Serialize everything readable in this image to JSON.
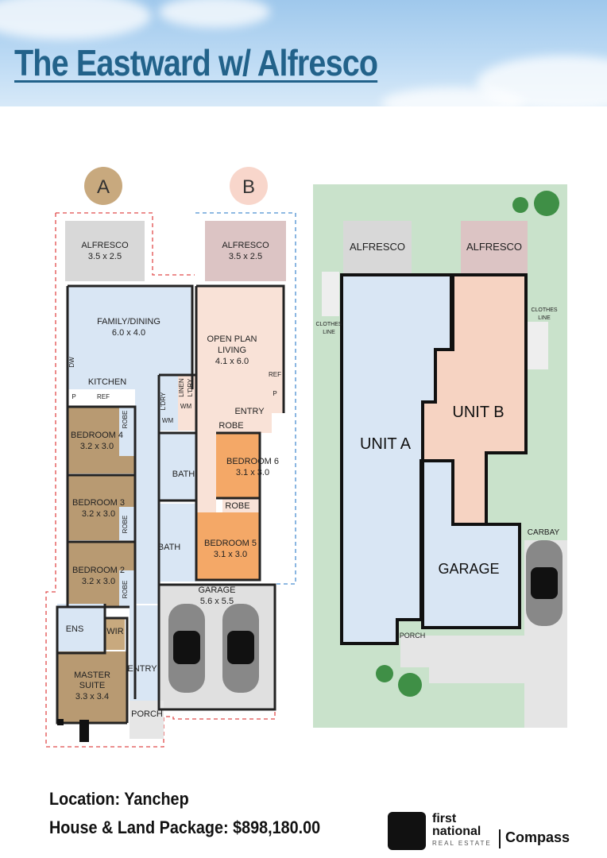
{
  "title": "The Eastward w/ Alfresco",
  "badges": {
    "a": "A",
    "b": "B"
  },
  "colors": {
    "living": "#d9e6f4",
    "bedroom_a": "#b89a72",
    "bedroom_b": "#f4a867",
    "alfresco_a": "#d8d8d8",
    "alfresco_b": "#dcc4c4",
    "unit_b": "#f6d3c2",
    "lawn": "#c9e2cb",
    "badge_a": "#c8a97e",
    "badge_b": "#f8d6cb",
    "title": "#22628a"
  },
  "floorplan": {
    "alfresco_a": {
      "name": "ALFRESCO",
      "size": "3.5 x 2.5"
    },
    "alfresco_b": {
      "name": "ALFRESCO",
      "size": "3.5 x 2.5"
    },
    "family_dining": {
      "name": "FAMILY/DINING",
      "size": "6.0 x 4.0"
    },
    "kitchen": "KITCHEN",
    "open_plan": {
      "line1": "OPEN PLAN",
      "line2": "LIVING",
      "size": "4.1 x 6.0"
    },
    "bedroom4": {
      "name": "BEDROOM 4",
      "size": "3.2 x 3.0"
    },
    "bedroom3": {
      "name": "BEDROOM 3",
      "size": "3.2 x 3.0"
    },
    "bedroom2": {
      "name": "BEDROOM 2",
      "size": "3.2 x 3.0"
    },
    "bedroom6": {
      "name": "BEDROOM 6",
      "size": "3.1 x 3.0"
    },
    "bedroom5": {
      "name": "BEDROOM 5",
      "size": "3.1 x 3.0"
    },
    "master": {
      "line1": "MASTER",
      "line2": "SUITE",
      "size": "3.3 x 3.4"
    },
    "garage": {
      "name": "GARAGE",
      "size": "5.6 x 5.5"
    },
    "robe": "ROBE",
    "bath": "BATH",
    "ens": "ENS",
    "wir": "WIR",
    "entry": "ENTRY",
    "porch": "PORCH",
    "linen": "LINEN",
    "ldry": "L'DRY",
    "wm": "WM",
    "ref": "REF",
    "p": "P",
    "dw": "DW"
  },
  "siteplan": {
    "alfresco": "ALFRESCO",
    "unit_a": "UNIT A",
    "unit_b": "UNIT B",
    "garage": "GARAGE",
    "carbay": "CARBAY",
    "porch": "PORCH",
    "clothes_line": {
      "line1": "CLOTHES",
      "line2": "LINE"
    }
  },
  "footer": {
    "location": "Location: Yanchep",
    "package": "House & Land Package:  $898,180.00"
  },
  "logo": {
    "line1": "first",
    "line2": "national",
    "sub": "REAL ESTATE",
    "brand": "Compass"
  }
}
